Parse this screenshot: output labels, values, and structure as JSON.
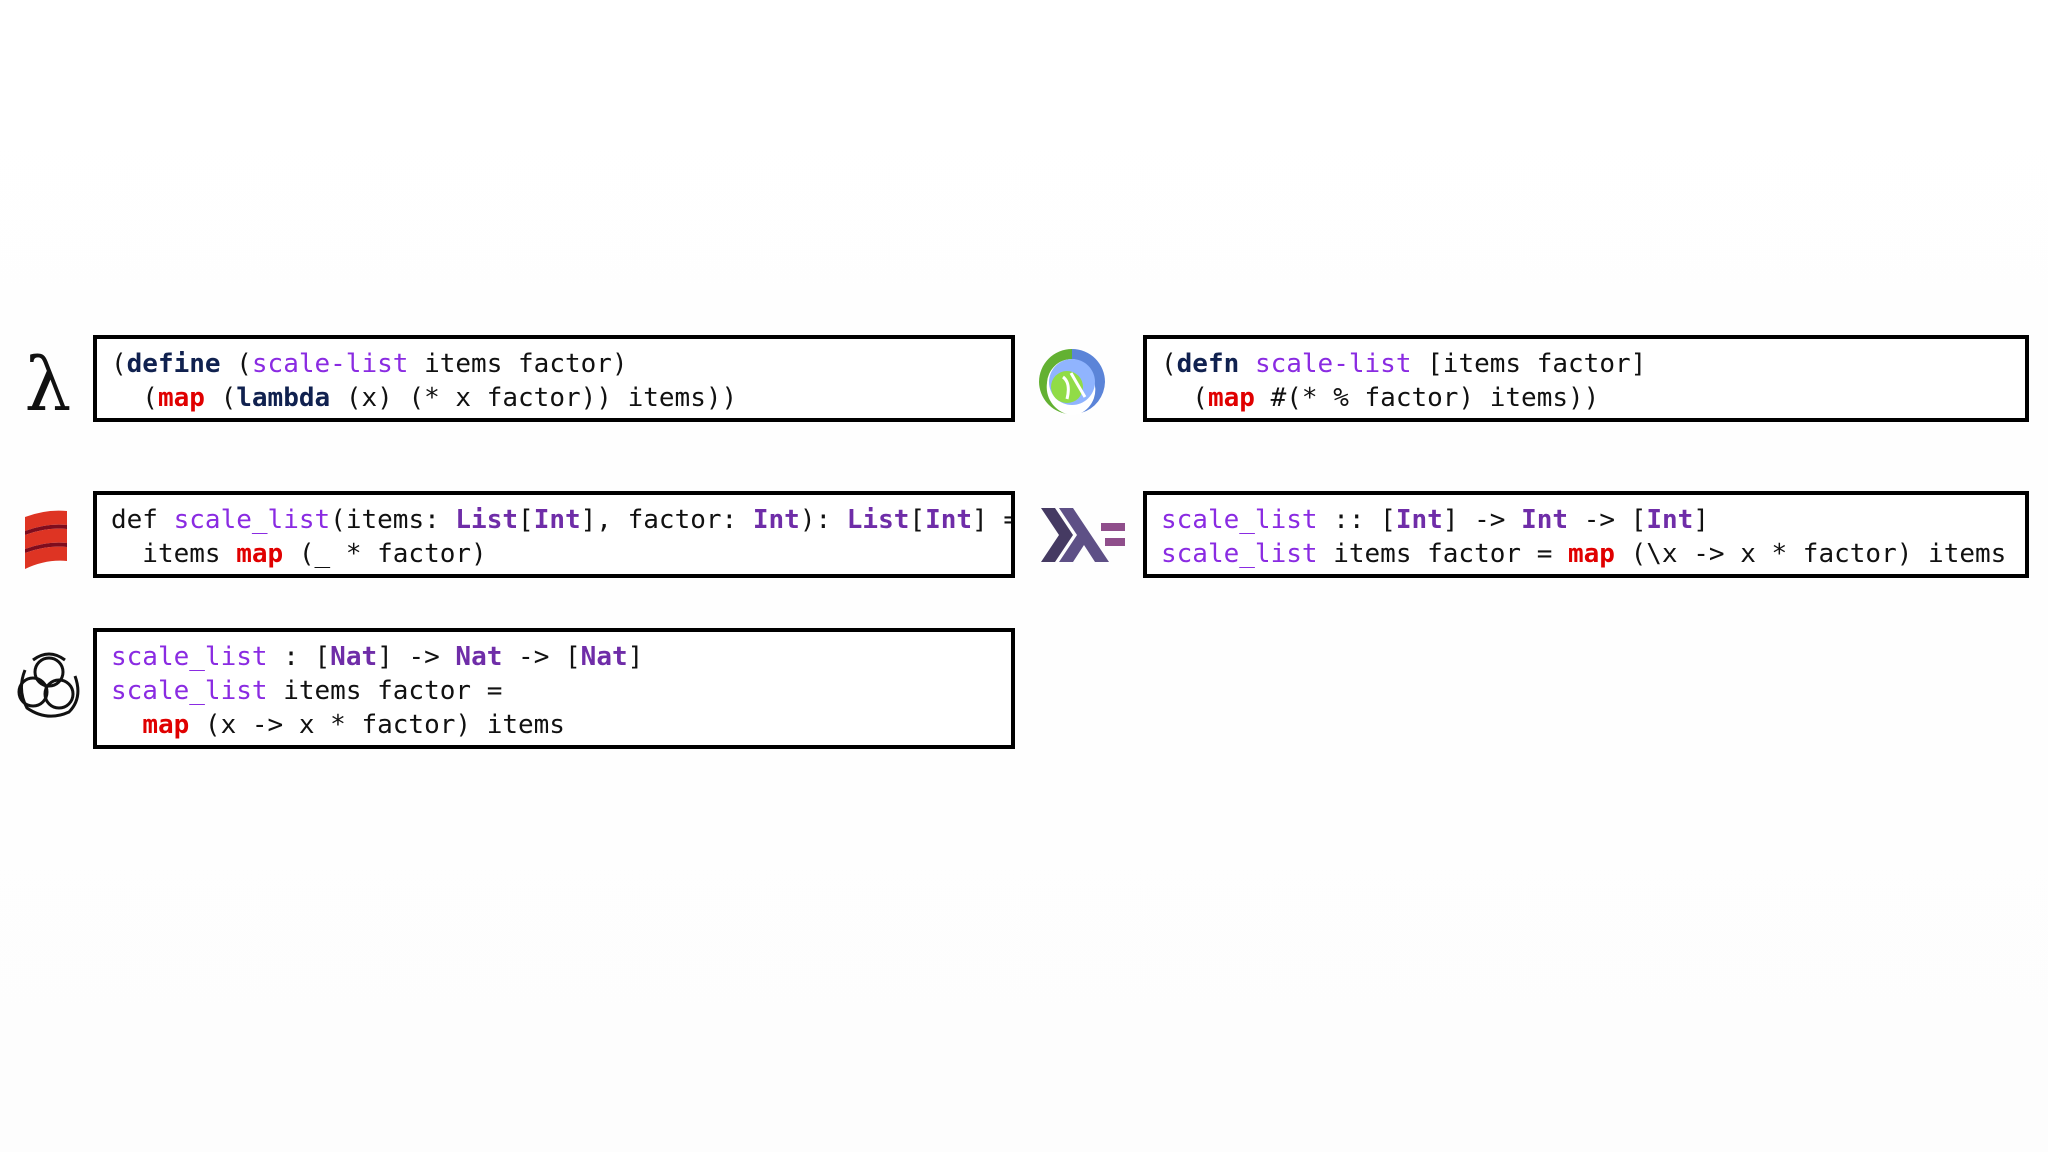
{
  "colors": {
    "keyword": "#10214f",
    "function_name": "#8a2be2",
    "type": "#6f2da8",
    "map": "#e00000",
    "text": "#111111",
    "border": "#000000"
  },
  "blocks": [
    {
      "id": "scheme",
      "icon": "lambda-icon",
      "icon_glyph": "λ",
      "lines": [
        [
          {
            "t": "(",
            "c": "plain"
          },
          {
            "t": "define",
            "c": "kw"
          },
          {
            "t": " (",
            "c": "plain"
          },
          {
            "t": "scale-list",
            "c": "name"
          },
          {
            "t": " items factor)",
            "c": "plain"
          }
        ],
        [
          {
            "t": "  (",
            "c": "plain"
          },
          {
            "t": "map",
            "c": "map"
          },
          {
            "t": " (",
            "c": "plain"
          },
          {
            "t": "lambda",
            "c": "kw"
          },
          {
            "t": " (x) (* x factor)) items))",
            "c": "plain"
          }
        ]
      ]
    },
    {
      "id": "clojure",
      "icon": "clojure-logo-icon",
      "lines": [
        [
          {
            "t": "(",
            "c": "plain"
          },
          {
            "t": "defn",
            "c": "kw"
          },
          {
            "t": " ",
            "c": "plain"
          },
          {
            "t": "scale-list",
            "c": "name"
          },
          {
            "t": " [items factor]",
            "c": "plain"
          }
        ],
        [
          {
            "t": "  (",
            "c": "plain"
          },
          {
            "t": "map",
            "c": "map"
          },
          {
            "t": " #(* % factor) items))",
            "c": "plain"
          }
        ]
      ]
    },
    {
      "id": "scala",
      "icon": "scala-logo-icon",
      "lines": [
        [
          {
            "t": "def ",
            "c": "plain"
          },
          {
            "t": "scale_list",
            "c": "name"
          },
          {
            "t": "(items: ",
            "c": "plain"
          },
          {
            "t": "List",
            "c": "type"
          },
          {
            "t": "[",
            "c": "plain"
          },
          {
            "t": "Int",
            "c": "type"
          },
          {
            "t": "], factor: ",
            "c": "plain"
          },
          {
            "t": "Int",
            "c": "type"
          },
          {
            "t": "): ",
            "c": "plain"
          },
          {
            "t": "List",
            "c": "type"
          },
          {
            "t": "[",
            "c": "plain"
          },
          {
            "t": "Int",
            "c": "type"
          },
          {
            "t": "] =",
            "c": "plain"
          }
        ],
        [
          {
            "t": "  items ",
            "c": "plain"
          },
          {
            "t": "map",
            "c": "map"
          },
          {
            "t": " (_ * factor)",
            "c": "plain"
          }
        ]
      ]
    },
    {
      "id": "haskell",
      "icon": "haskell-logo-icon",
      "lines": [
        [
          {
            "t": "scale_list",
            "c": "name"
          },
          {
            "t": " :: [",
            "c": "plain"
          },
          {
            "t": "Int",
            "c": "type"
          },
          {
            "t": "] -> ",
            "c": "plain"
          },
          {
            "t": "Int",
            "c": "type"
          },
          {
            "t": " -> [",
            "c": "plain"
          },
          {
            "t": "Int",
            "c": "type"
          },
          {
            "t": "]",
            "c": "plain"
          }
        ],
        [
          {
            "t": "scale_list",
            "c": "name"
          },
          {
            "t": " items factor = ",
            "c": "plain"
          },
          {
            "t": "map",
            "c": "map"
          },
          {
            "t": " (\\x -> x * factor) items",
            "c": "plain"
          }
        ]
      ]
    },
    {
      "id": "idris",
      "icon": "idris-logo-icon",
      "lines": [
        [
          {
            "t": "scale_list",
            "c": "name"
          },
          {
            "t": " : [",
            "c": "plain"
          },
          {
            "t": "Nat",
            "c": "type"
          },
          {
            "t": "] -> ",
            "c": "plain"
          },
          {
            "t": "Nat",
            "c": "type"
          },
          {
            "t": " -> [",
            "c": "plain"
          },
          {
            "t": "Nat",
            "c": "type"
          },
          {
            "t": "]",
            "c": "plain"
          }
        ],
        [
          {
            "t": "scale_list",
            "c": "name"
          },
          {
            "t": " items factor =",
            "c": "plain"
          }
        ],
        [
          {
            "t": "  ",
            "c": "plain"
          },
          {
            "t": "map",
            "c": "map"
          },
          {
            "t": " (x -> x * factor) items",
            "c": "plain"
          }
        ]
      ]
    }
  ]
}
